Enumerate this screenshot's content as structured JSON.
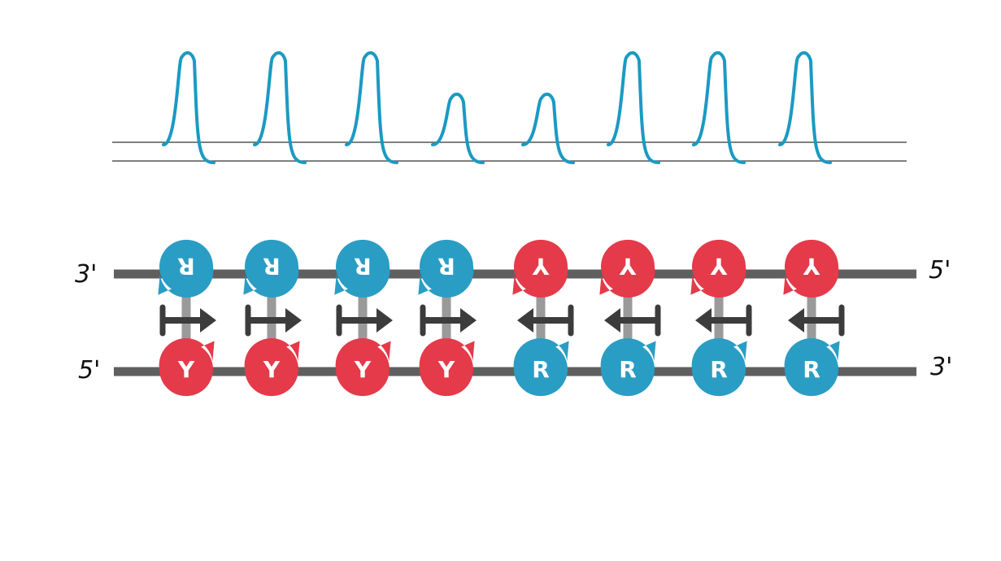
{
  "colors": {
    "trace": "#1b9ac2",
    "purine": "#2a9dc4",
    "pyrimidine": "#e43a4a",
    "strand": "#5f5f5f",
    "bond": "#9a9a9a",
    "arrow": "#3c3c3c",
    "baseline": "#555555"
  },
  "signal": {
    "peak_heights": [
      1,
      1,
      1,
      0.55,
      0.55,
      1,
      1,
      1
    ]
  },
  "strands": {
    "top": {
      "left_end": "3'",
      "right_end": "5'",
      "bases": [
        "R",
        "R",
        "R",
        "R",
        "Y",
        "Y",
        "Y",
        "Y"
      ],
      "orientation": "flipped"
    },
    "bottom": {
      "left_end": "5'",
      "right_end": "3'",
      "bases": [
        "Y",
        "Y",
        "Y",
        "Y",
        "R",
        "R",
        "R",
        "R"
      ],
      "orientation": "upright"
    }
  },
  "pairs": {
    "arrow_directions": [
      "right",
      "right",
      "right",
      "right",
      "left",
      "left",
      "left",
      "left"
    ]
  }
}
